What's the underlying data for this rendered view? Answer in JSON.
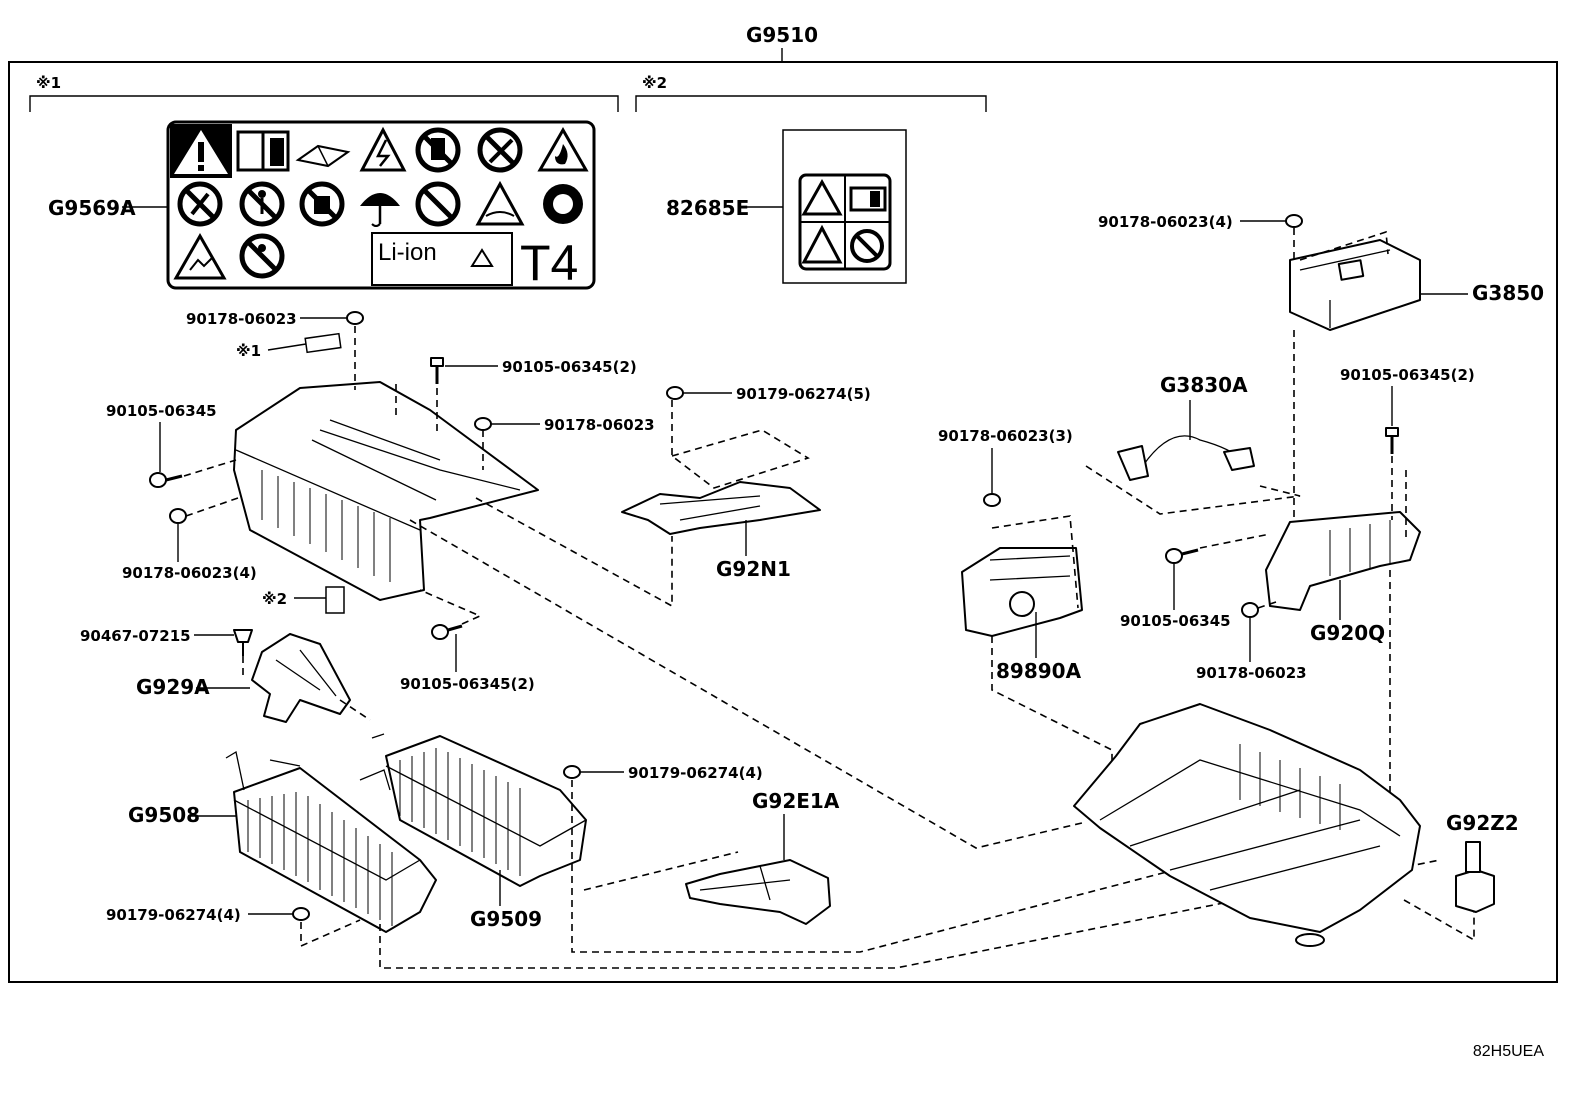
{
  "diagram": {
    "assembly_label": "G9510",
    "footer_code": "82H5UEA",
    "groups": [
      {
        "mark": "※1"
      },
      {
        "mark": "※2"
      }
    ],
    "callouts": {
      "g9569a": "G9569A",
      "p82685e": "82685E",
      "ref_mark1": "※1",
      "ref_mark2": "※2",
      "bolt_a": "90178-06023",
      "bolt_b": "90105-06345(2)",
      "bolt_c": "90179-06274(5)",
      "bolt_d": "90178-06023",
      "bolt_e": "90105-06345",
      "bolt_f": "90178-06023(4)",
      "g92n1": "G92N1",
      "clip": "90467-07215",
      "g929a": "G929A",
      "bolt_g": "90105-06345(2)",
      "g9508": "G9508",
      "bolt_h": "90179-06274(4)",
      "g9509": "G9509",
      "bolt_i": "90179-06274(4)",
      "g92e1a": "G92E1A",
      "bolt_j": "90178-06023(3)",
      "p89890a": "89890A",
      "g3830a": "G3830A",
      "bolt_k": "90178-06023(4)",
      "g3850": "G3850",
      "bolt_l": "90105-06345(2)",
      "bolt_m": "90105-06345",
      "bolt_n": "90178-06023",
      "g920q": "G920Q",
      "g92z2": "G92Z2"
    },
    "label_panel": {
      "battery_type": "Li-ion",
      "grade": "T4"
    }
  }
}
